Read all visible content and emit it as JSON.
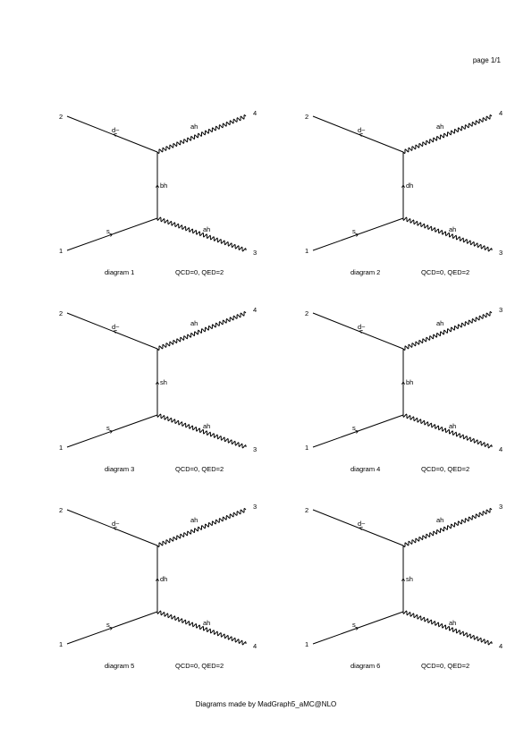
{
  "page_label": "page 1/1",
  "footer": "Diagrams made by MadGraph5_aMC@NLO",
  "diagrams": [
    {
      "title": "diagram 1",
      "orders": "QCD=0, QED=2",
      "ext": {
        "top_left": "2",
        "top_right": "4",
        "bottom_left": "1",
        "bottom_right": "3"
      },
      "lines": {
        "top_fermion": "d~",
        "top_boson": "ah",
        "propagator": "bh",
        "bottom_fermion": "s",
        "bottom_boson": "ah"
      },
      "propagator_dir": "up"
    },
    {
      "title": "diagram 2",
      "orders": "QCD=0, QED=2",
      "ext": {
        "top_left": "2",
        "top_right": "4",
        "bottom_left": "1",
        "bottom_right": "3"
      },
      "lines": {
        "top_fermion": "d~",
        "top_boson": "ah",
        "propagator": "dh",
        "bottom_fermion": "s",
        "bottom_boson": "ah"
      },
      "propagator_dir": "up"
    },
    {
      "title": "diagram 3",
      "orders": "QCD=0, QED=2",
      "ext": {
        "top_left": "2",
        "top_right": "4",
        "bottom_left": "1",
        "bottom_right": "3"
      },
      "lines": {
        "top_fermion": "d~",
        "top_boson": "ah",
        "propagator": "sh",
        "bottom_fermion": "s",
        "bottom_boson": "ah"
      },
      "propagator_dir": "up"
    },
    {
      "title": "diagram 4",
      "orders": "QCD=0, QED=2",
      "ext": {
        "top_left": "2",
        "top_right": "3",
        "bottom_left": "1",
        "bottom_right": "4"
      },
      "lines": {
        "top_fermion": "d~",
        "top_boson": "ah",
        "propagator": "bh",
        "bottom_fermion": "s",
        "bottom_boson": "ah"
      },
      "propagator_dir": "up"
    },
    {
      "title": "diagram 5",
      "orders": "QCD=0, QED=2",
      "ext": {
        "top_left": "2",
        "top_right": "3",
        "bottom_left": "1",
        "bottom_right": "4"
      },
      "lines": {
        "top_fermion": "d~",
        "top_boson": "ah",
        "propagator": "dh",
        "bottom_fermion": "s",
        "bottom_boson": "ah"
      },
      "propagator_dir": "up"
    },
    {
      "title": "diagram 6",
      "orders": "QCD=0, QED=2",
      "ext": {
        "top_left": "2",
        "top_right": "3",
        "bottom_left": "1",
        "bottom_right": "4"
      },
      "lines": {
        "top_fermion": "d~",
        "top_boson": "ah",
        "propagator": "sh",
        "bottom_fermion": "s",
        "bottom_boson": "ah"
      },
      "propagator_dir": "up"
    }
  ]
}
